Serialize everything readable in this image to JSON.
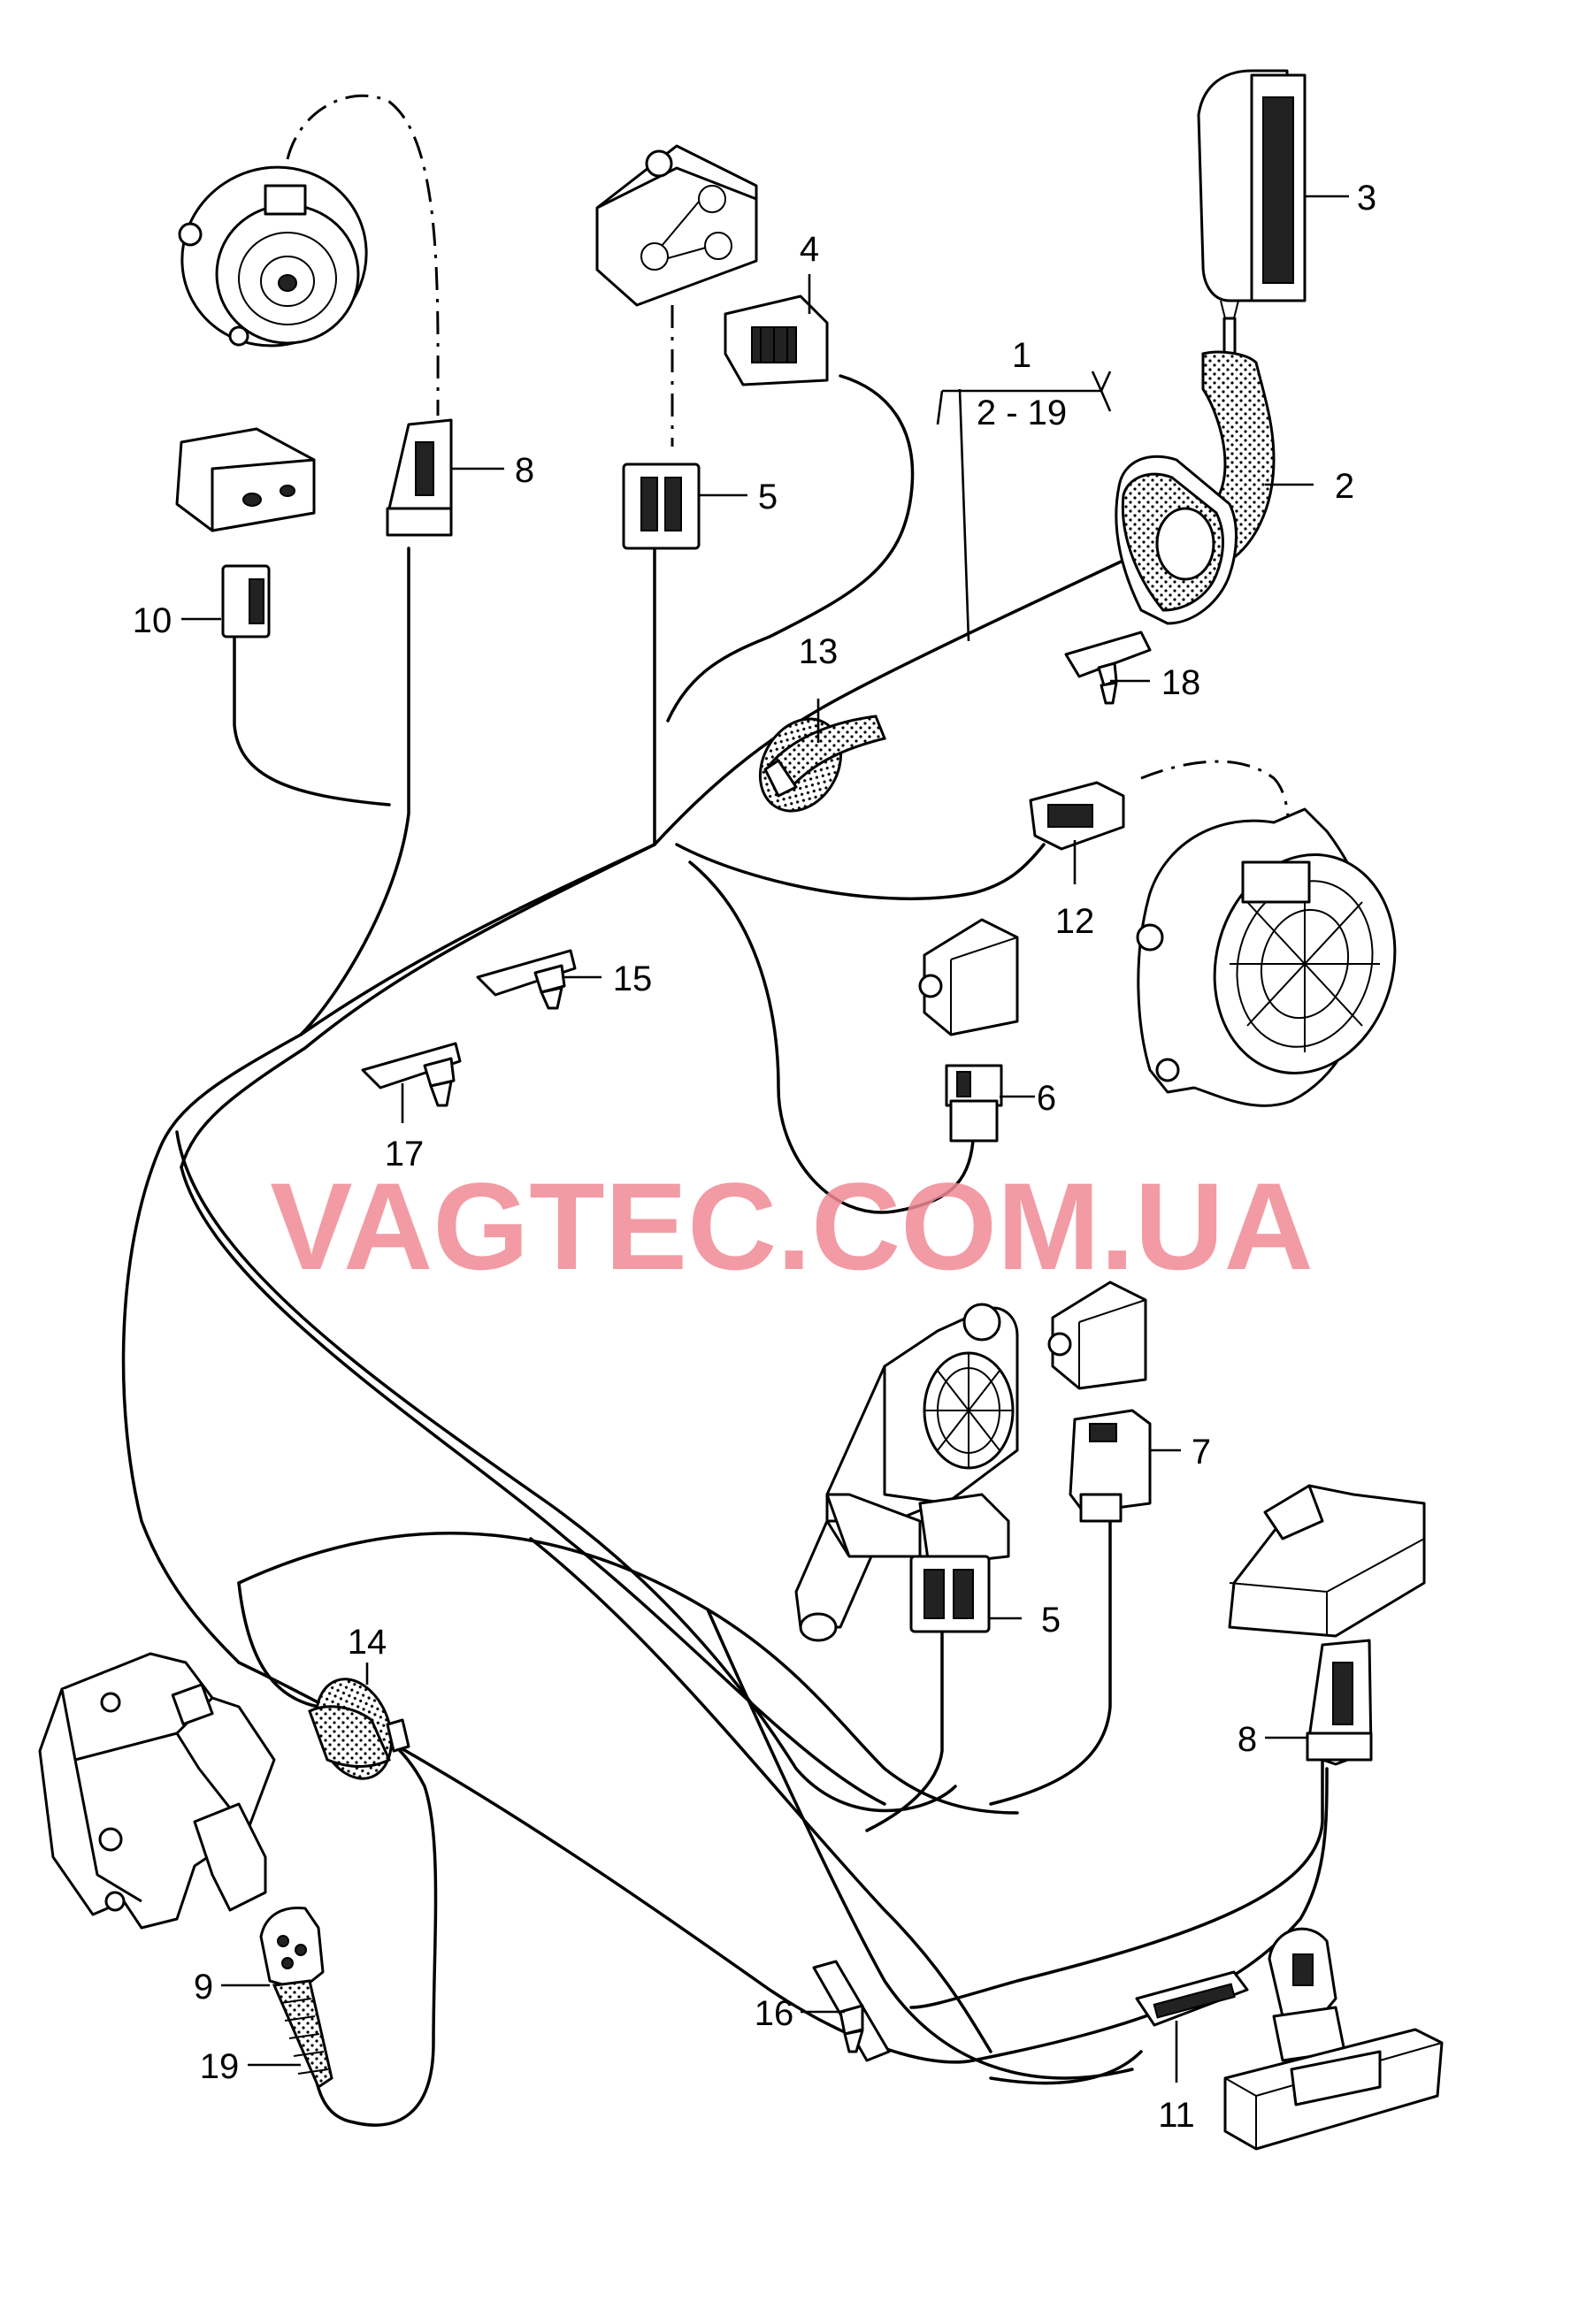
{
  "labels": {
    "l1": "1",
    "l1_range": "2 - 19",
    "l2": "2",
    "l3": "3",
    "l4": "4",
    "l5_top": "5",
    "l5_bottom": "5",
    "l6": "6",
    "l7": "7",
    "l8_top": "8",
    "l8_bottom": "8",
    "l9": "9",
    "l10": "10",
    "l11": "11",
    "l12": "12",
    "l13": "13",
    "l14": "14",
    "l15": "15",
    "l16": "16",
    "l17": "17",
    "l18": "18",
    "l19": "19"
  },
  "watermark": "VAGTEC.COM.UA"
}
